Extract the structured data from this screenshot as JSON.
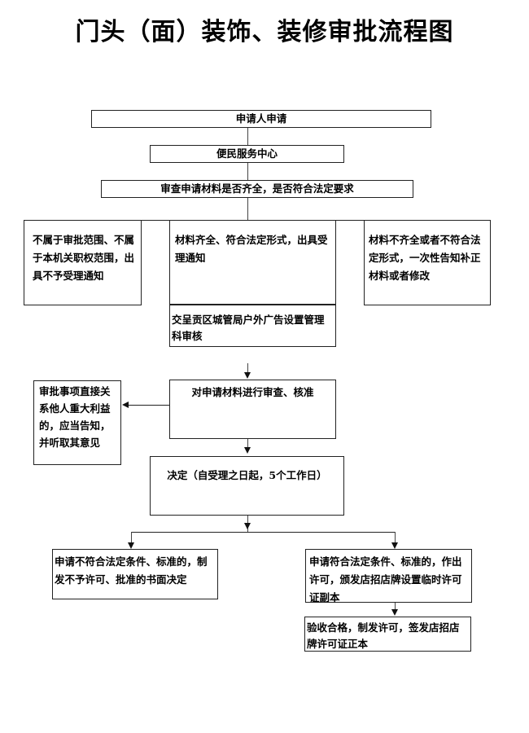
{
  "title": "门头（面）装饰、装修审批流程图",
  "nodes": {
    "apply": "申请人申请",
    "service_center": "便民服务中心",
    "review_materials": "审查申请材料是否齐全，是否符合法定要求",
    "not_in_scope": "不属于审批范围、不属于本机关职权范围，出具不予受理通知",
    "accepted": "材料齐全、符合法定形式，出具受理通知",
    "incomplete": "材料不齐全或者不符合法定形式，一次性告知补正材料或者修改",
    "forward_bureau": "交呈贡区城管局户外广告设置管理科审核",
    "major_interest": "审批事项直接关系他人重大利益的，应当告知，并听取其意见",
    "examine": "对申请材料进行审查、核准",
    "decision": "决定（自受理之日起，5个工作日）",
    "reject": "申请不符合法定条件、标准的，制发不予许可、批准的书面决定",
    "approve": "申请符合法定条件、标准的，作出许可，颁发店招店牌设置临时许可证副本",
    "final_permit": "验收合格，制发许可，签发店招店牌许可证正本"
  }
}
